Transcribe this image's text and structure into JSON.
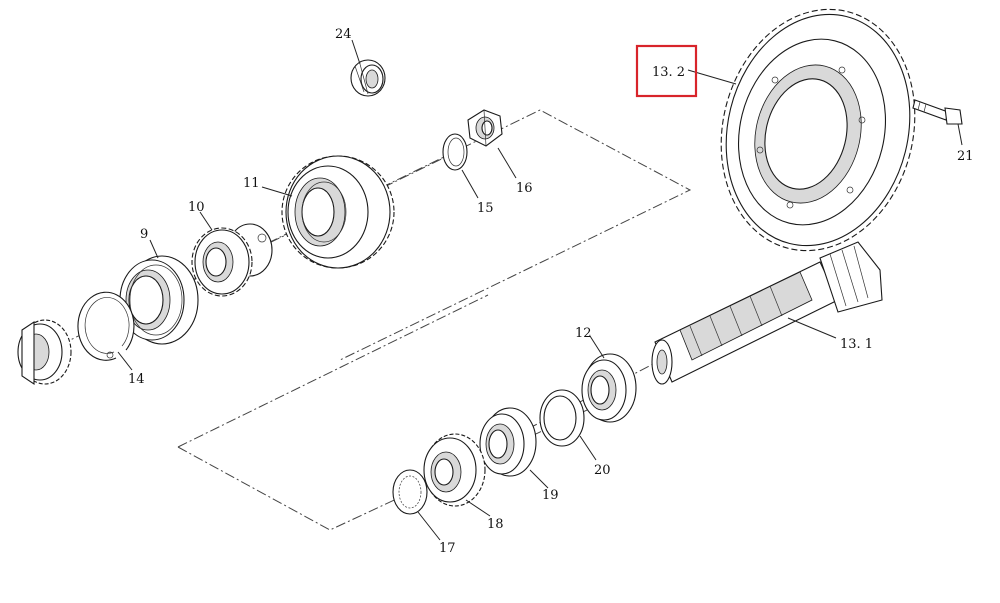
{
  "diagram": {
    "highlight_color": "#d8242a",
    "highlighted_label": "13. 2",
    "labels": {
      "p9": "9",
      "p10": "10",
      "p11": "11",
      "p12": "12",
      "p13_1": "13. 1",
      "p13_2": "13. 2",
      "p14": "14",
      "p15": "15",
      "p16": "16",
      "p17": "17",
      "p18": "18",
      "p19": "19",
      "p20": "20",
      "p21": "21",
      "p24": "24"
    }
  }
}
